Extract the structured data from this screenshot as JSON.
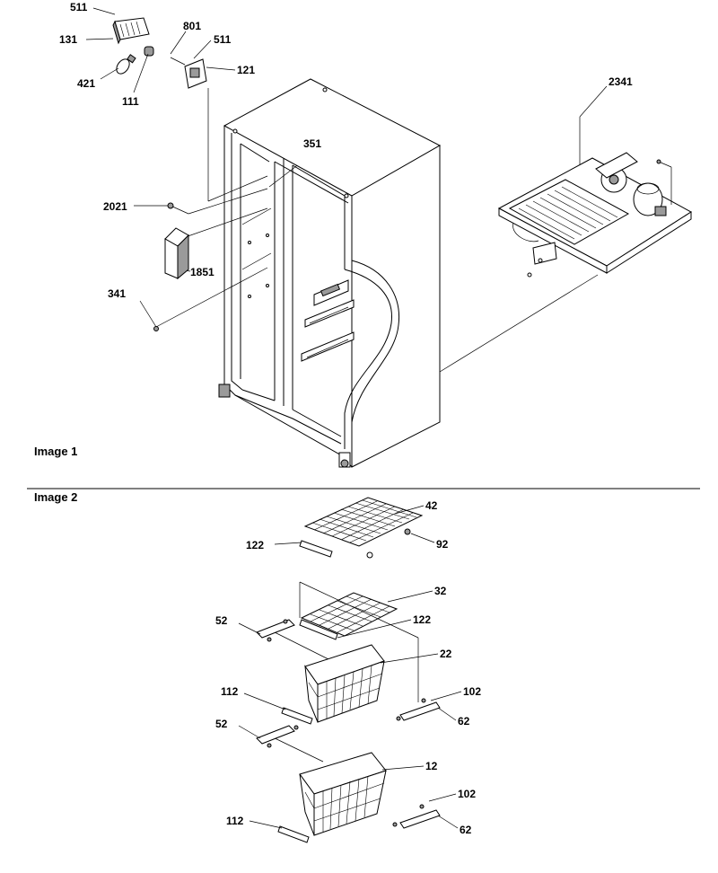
{
  "captions": {
    "image1": "Image 1",
    "image2": "Image 2"
  },
  "image1_labels": {
    "p511a": "511",
    "p131": "131",
    "p801": "801",
    "p511b": "511",
    "p121": "121",
    "p421": "421",
    "p111": "111",
    "p2341": "2341",
    "p351": "351",
    "p2021": "2021",
    "p1851": "1851",
    "p341": "341"
  },
  "image2_labels": {
    "p42": "42",
    "p122a": "122",
    "p92": "92",
    "p32": "32",
    "p52a": "52",
    "p122b": "122",
    "p22": "22",
    "p112a": "112",
    "p102a": "102",
    "p52b": "52",
    "p62a": "62",
    "p12": "12",
    "p102b": "102",
    "p112b": "112",
    "p62b": "62"
  }
}
